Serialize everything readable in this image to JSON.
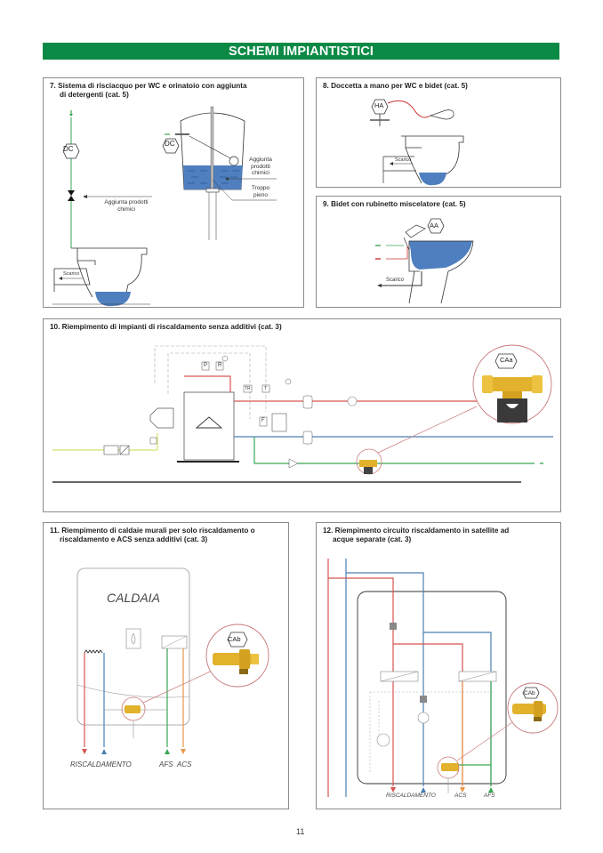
{
  "header": {
    "title": "SCHEMI IMPIANTISTICI"
  },
  "colors": {
    "banner_green": "#0a8a45",
    "hot_red": "#d9534f",
    "cold_blue": "#4a7fb5",
    "green_pipe": "#3aa655",
    "orange_pipe": "#e8954a",
    "yellow_pipe": "#d8e06a",
    "water_blue": "#4f7fbf",
    "brass": "#e2b22c",
    "callout_circle": "#c9797a"
  },
  "panels": {
    "p7": {
      "title_line1": "7. Sistema di risciacquo per WC e orinatoio con aggiunta",
      "title_line2": "di detergenti (cat. 5)",
      "badge_left": "DC",
      "badge_right": "DC",
      "label_additive_left_1": "Aggiunta prodotti",
      "label_additive_left_2": "chimici",
      "label_additive_right_1": "Aggiunta",
      "label_additive_right_2": "prodotti",
      "label_additive_right_3": "chimici",
      "label_overflow_1": "Troppo",
      "label_overflow_2": "pieno",
      "label_drain": "Scarico"
    },
    "p8": {
      "title": "8. Doccetta a mano per WC e bidet (cat. 5)",
      "badge": "HA",
      "label_drain": "Scarico"
    },
    "p9": {
      "title": "9. Bidet con rubinetto miscelatore (cat. 5)",
      "badge": "AA",
      "label_drain": "Scarico"
    },
    "p10": {
      "title": "10. Riempimento di impianti di riscaldamento senza additivi (cat. 3)",
      "badge": "CAa",
      "instrument_labels": [
        "P",
        "R",
        "TR",
        "T",
        "F"
      ]
    },
    "p11": {
      "title_line1": "11. Riempimento di caldaie murali per solo riscaldamento o",
      "title_line2": "riscaldamento e ACS senza additivi (cat. 3)",
      "boiler_label": "CALDAIA",
      "badge": "CAb",
      "bottom_labels": {
        "heating": "RISCALDAMENTO",
        "afs": "AFS",
        "acs": "ACS"
      }
    },
    "p12": {
      "title_line1": "12. Riempimento circuito riscaldamento in satellite ad",
      "title_line2": "acque separate (cat. 3)",
      "badge": "CAb",
      "bottom_labels": {
        "heating": "RISCALDAMENTO",
        "acs": "ACS",
        "afs": "AFS"
      }
    }
  },
  "footer": {
    "page_number": "11"
  }
}
